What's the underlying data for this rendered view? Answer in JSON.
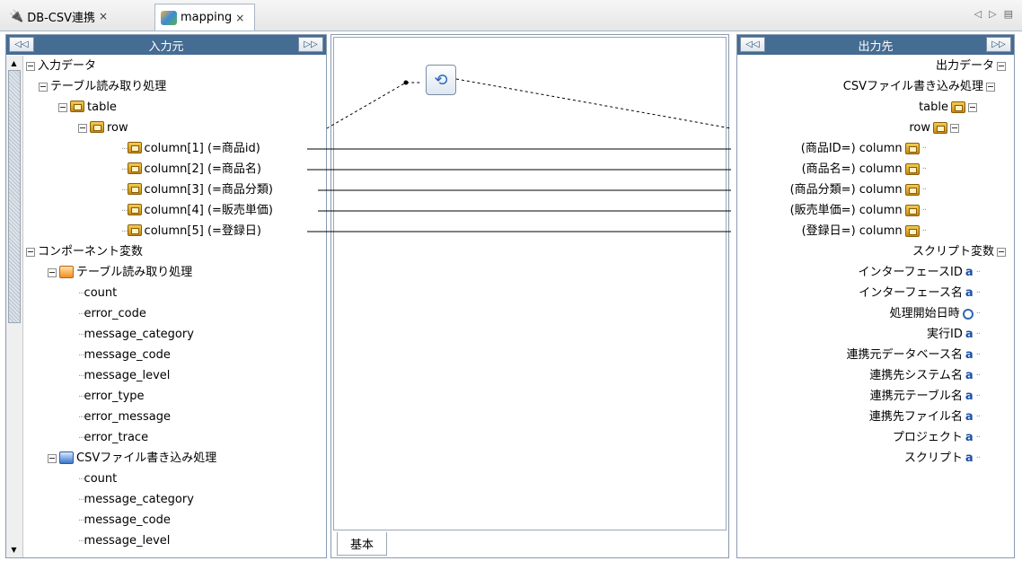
{
  "tabs": [
    {
      "label": "DB-CSV連携",
      "close": "×"
    },
    {
      "label": "mapping",
      "close": "×"
    }
  ],
  "left_panel": {
    "title": "入力元",
    "collapse_btn": "◁◁",
    "expand_btn": "▷▷",
    "rows": [
      "入力データ",
      "テーブル読み取り処理",
      "table",
      "row",
      "column[1] (=商品id)",
      "column[2] (=商品名)",
      "column[3] (=商品分類)",
      "column[4] (=販売単価)",
      "column[5] (=登録日)",
      "コンポーネント変数",
      "テーブル読み取り処理",
      "count",
      "error_code",
      "message_category",
      "message_code",
      "message_level",
      "error_type",
      "error_message",
      "error_trace",
      "CSVファイル書き込み処理",
      "count",
      "message_category",
      "message_code",
      "message_level"
    ]
  },
  "right_panel": {
    "title": "出力先",
    "collapse_btn": "◁◁",
    "expand_btn": "▷▷",
    "rows": [
      "出力データ",
      "CSVファイル書き込み処理",
      "table",
      "row",
      "(商品ID=) column",
      "(商品名=) column",
      "(商品分類=) column",
      "(販売単価=) column",
      "(登録日=) column",
      "スクリプト変数",
      "インターフェースID",
      "インターフェース名",
      "処理開始日時",
      "実行ID",
      "連携元データベース名",
      "連携先システム名",
      "連携元テーブル名",
      "連携先ファイル名",
      "プロジェクト",
      "スクリプト"
    ]
  },
  "canvas": {
    "tab_label": "基本"
  },
  "colors": {
    "header_bg": "#456c92",
    "line": "#000000"
  }
}
